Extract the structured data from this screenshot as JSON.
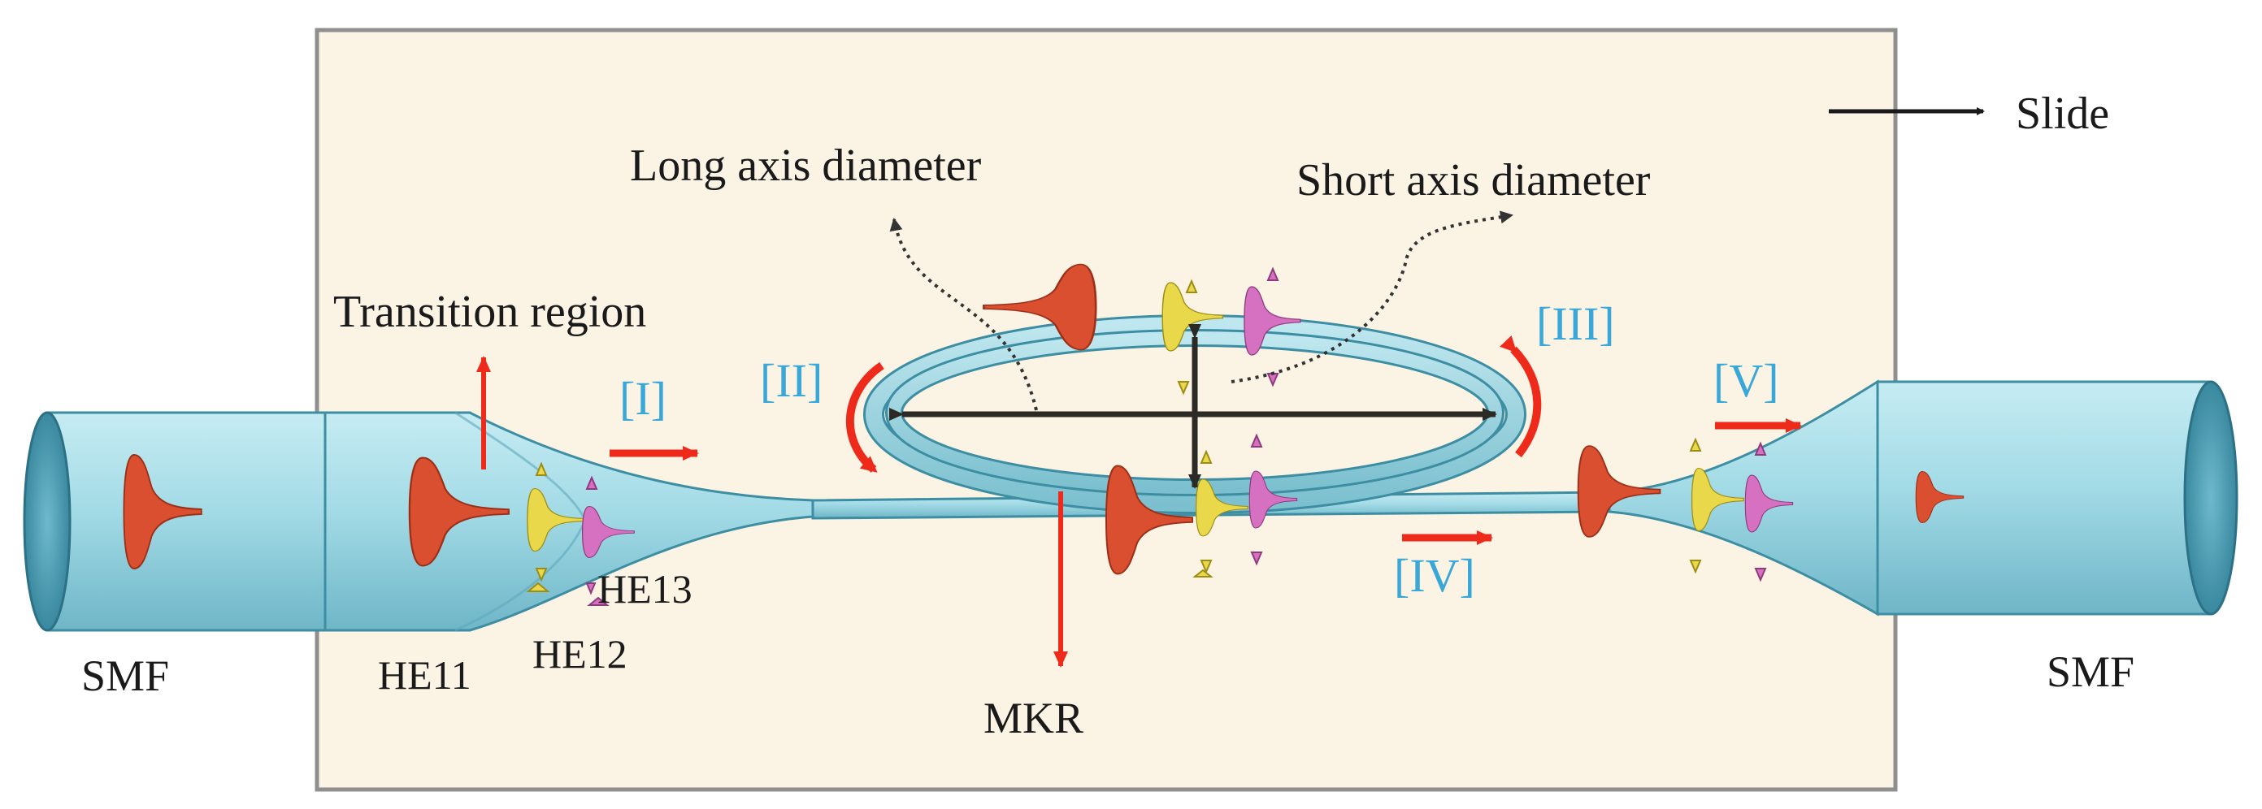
{
  "labels": {
    "slide": "Slide",
    "long_axis": "Long axis diameter",
    "short_axis": "Short axis diameter",
    "transition": "Transition region",
    "he11": "HE11",
    "he12": "HE12",
    "he13": "HE13",
    "mkr": "MKR",
    "smf_left": "SMF",
    "smf_right": "SMF"
  },
  "stages": {
    "i": "[I]",
    "ii": "[II]",
    "iii": "[III]",
    "iv": "[IV]",
    "v": "[V]"
  },
  "colors": {
    "background_panel": "#fbf3e4",
    "fiber": "#9fd6e2",
    "fiber_edge": "#3d8ea3",
    "mode_he11": "#d94f30",
    "mode_he12": "#e9d84a",
    "mode_he13": "#d670c0",
    "arrow_red": "#ee2a1b",
    "stage_label": "#3aa7d9"
  }
}
